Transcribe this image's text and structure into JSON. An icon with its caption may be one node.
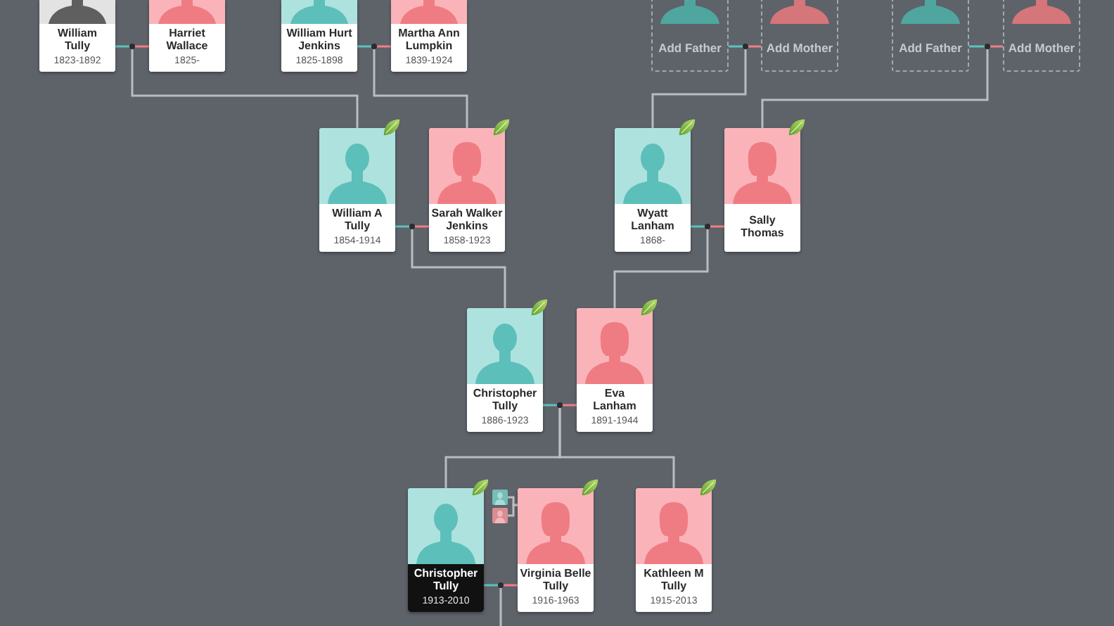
{
  "diagram": {
    "nodes": [
      {
        "text": [
          "William Tully",
          "1823-1892"
        ]
      },
      {
        "text": [
          "Harriet Wallace",
          "1825-"
        ]
      },
      {
        "text": [
          "William Hurt Jenkins",
          "1825-1898"
        ]
      },
      {
        "text": [
          "Martha Ann Lumpkin",
          "1839-1924"
        ]
      },
      {
        "text": [
          "Add Father"
        ]
      },
      {
        "text": [
          "Add Mother"
        ]
      },
      {
        "text": [
          "Add Father"
        ]
      },
      {
        "text": [
          "Add Mother"
        ]
      },
      {
        "text": [
          "William A Tully",
          "1854-1914"
        ]
      },
      {
        "text": [
          "Sarah Walker Jenkins",
          "1858-1923"
        ]
      },
      {
        "text": [
          "Wyatt Lanham",
          "1868-"
        ]
      },
      {
        "text": [
          "Sally Thomas"
        ]
      },
      {
        "text": [
          "Christopher Tully",
          "1886-1923"
        ]
      },
      {
        "text": [
          "Eva Lanham",
          "1891-1944"
        ]
      },
      {
        "text": [
          "Christopher Tully",
          "1913-2010"
        ]
      },
      {
        "text": [
          "Virginia Belle Tully",
          "1916-1963"
        ]
      },
      {
        "text": [
          "Kathleen M Tully",
          "1915-2013"
        ]
      },
      {
        "text": [],
        "shape": "picture"
      },
      {
        "text": [],
        "shape": "picture"
      },
      {
        "text": [],
        "shape": "circle"
      },
      {
        "text": [],
        "shape": "circle"
      },
      {
        "text": [],
        "shape": "circle"
      },
      {
        "text": [],
        "shape": "circle"
      },
      {
        "text": [],
        "shape": "circle"
      },
      {
        "text": [],
        "shape": "circle"
      },
      {
        "text": [],
        "shape": "circle"
      },
      {
        "text": [],
        "shape": "circle"
      }
    ],
    "edges": [
      {
        "from": 0,
        "to": 19,
        "arrow": "none",
        "color": "#5cc2bd"
      },
      {
        "from": 1,
        "to": 19,
        "arrow": "none",
        "color": "#f07f86"
      },
      {
        "from": 2,
        "to": 20,
        "arrow": "none",
        "color": "#5cc2bd"
      },
      {
        "from": 3,
        "to": 20,
        "arrow": "none",
        "color": "#f07f86"
      },
      {
        "from": 4,
        "to": 21,
        "arrow": "none",
        "color": "#5cc2bd"
      },
      {
        "from": 5,
        "to": 21,
        "arrow": "none",
        "color": "#f07f86"
      },
      {
        "from": 6,
        "to": 22,
        "arrow": "none",
        "color": "#5cc2bd"
      },
      {
        "from": 7,
        "to": 22,
        "arrow": "none",
        "color": "#f07f86"
      },
      {
        "from": 8,
        "to": 23,
        "arrow": "none",
        "color": "#5cc2bd"
      },
      {
        "from": 9,
        "to": 23,
        "arrow": "none",
        "color": "#f07f86"
      },
      {
        "from": 10,
        "to": 24,
        "arrow": "none",
        "color": "#5cc2bd"
      },
      {
        "from": 11,
        "to": 24,
        "arrow": "none",
        "color": "#f07f86"
      },
      {
        "from": 12,
        "to": 25,
        "arrow": "none",
        "color": "#5cc2bd"
      },
      {
        "from": 13,
        "to": 25,
        "arrow": "none",
        "color": "#f07f86"
      },
      {
        "from": 14,
        "to": 26,
        "arrow": "none",
        "color": "#5cc2bd"
      },
      {
        "from": 15,
        "to": 26,
        "arrow": "none",
        "color": "#f07f86"
      },
      {
        "from": 19,
        "to": 8,
        "arrow": "none"
      },
      {
        "from": 20,
        "to": 9,
        "arrow": "none"
      },
      {
        "from": 21,
        "to": 10,
        "arrow": "none"
      },
      {
        "from": 22,
        "to": 11,
        "arrow": "none"
      },
      {
        "from": 23,
        "to": 12,
        "arrow": "none"
      },
      {
        "from": 24,
        "to": 13,
        "arrow": "none"
      },
      {
        "from": 25,
        "to": 14,
        "arrow": "none"
      },
      {
        "from": 25,
        "to": 16,
        "arrow": "none"
      },
      {
        "from": 26,
        "to": null,
        "arrow": "none"
      },
      {
        "from": 17,
        "to": 15,
        "arrow": "none"
      },
      {
        "from": 18,
        "to": 15,
        "arrow": "none"
      }
    ]
  }
}
